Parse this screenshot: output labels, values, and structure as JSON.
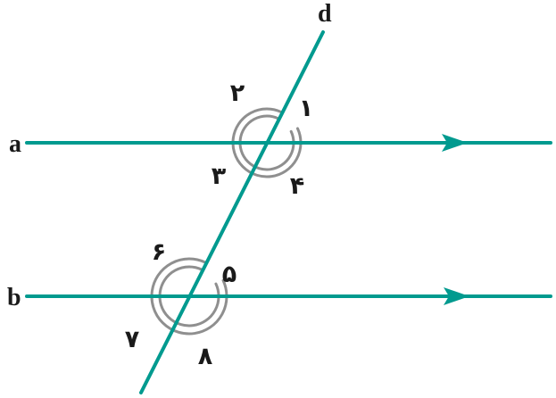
{
  "figure": {
    "title": "parallel-lines-with-transversal",
    "colors": {
      "line": "#009a8f",
      "arc": "#8f8f8f",
      "label": "#1a1a1a"
    },
    "line_labels": {
      "a": "a",
      "b": "b",
      "d": "d"
    },
    "angle_labels": {
      "n1": "۱",
      "n2": "۲",
      "n3": "۳",
      "n4": "۴",
      "n5": "۵",
      "n6": "۶",
      "n7": "۷",
      "n8": "۸"
    }
  }
}
